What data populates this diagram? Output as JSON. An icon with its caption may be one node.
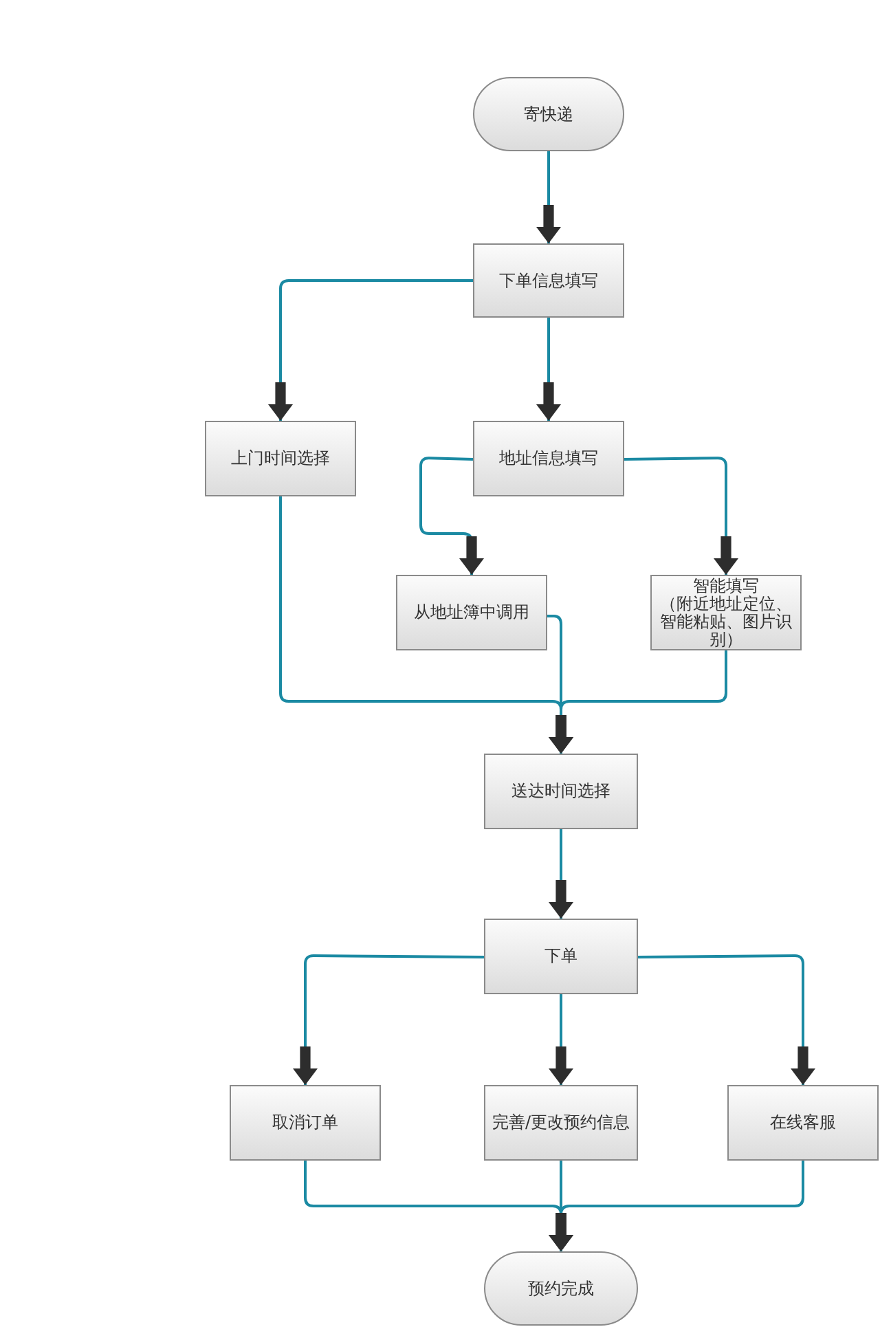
{
  "diagram": {
    "nodes": [
      {
        "text": [
          "寄快递"
        ]
      },
      {
        "text": [
          "下单信息填写"
        ]
      },
      {
        "text": [
          "上门时间选择"
        ]
      },
      {
        "text": [
          "地址信息填写"
        ]
      },
      {
        "text": [
          "从地址簿中调用"
        ]
      },
      {
        "text": [
          "智能填写",
          "（附近地址定位、智能粘贴、图片识别）"
        ]
      },
      {
        "text": [
          "送达时间选择"
        ]
      },
      {
        "text": [
          "下单"
        ]
      },
      {
        "text": [
          "取消订单"
        ]
      },
      {
        "text": [
          "完善/更改预约信息"
        ]
      },
      {
        "text": [
          "在线客服"
        ]
      },
      {
        "text": [
          "预约完成"
        ]
      }
    ],
    "edges": [
      {
        "from": 0,
        "to": 1,
        "arrow": "to"
      },
      {
        "from": 1,
        "to": 2,
        "arrow": "to"
      },
      {
        "from": 1,
        "to": 3,
        "arrow": "to"
      },
      {
        "from": 3,
        "to": 4,
        "arrow": "to"
      },
      {
        "from": 3,
        "to": 5,
        "arrow": "to"
      },
      {
        "from": 2,
        "to": 6,
        "arrow": "to"
      },
      {
        "from": 4,
        "to": 6,
        "arrow": "to"
      },
      {
        "from": 5,
        "to": 6,
        "arrow": "to"
      },
      {
        "from": 6,
        "to": 7,
        "arrow": "to"
      },
      {
        "from": 7,
        "to": 8,
        "arrow": "to"
      },
      {
        "from": 7,
        "to": 9,
        "arrow": "to"
      },
      {
        "from": 7,
        "to": 10,
        "arrow": "to"
      },
      {
        "from": 8,
        "to": 11,
        "arrow": "to"
      },
      {
        "from": 9,
        "to": 11,
        "arrow": "to"
      },
      {
        "from": 10,
        "to": 11,
        "arrow": "to"
      }
    ]
  }
}
